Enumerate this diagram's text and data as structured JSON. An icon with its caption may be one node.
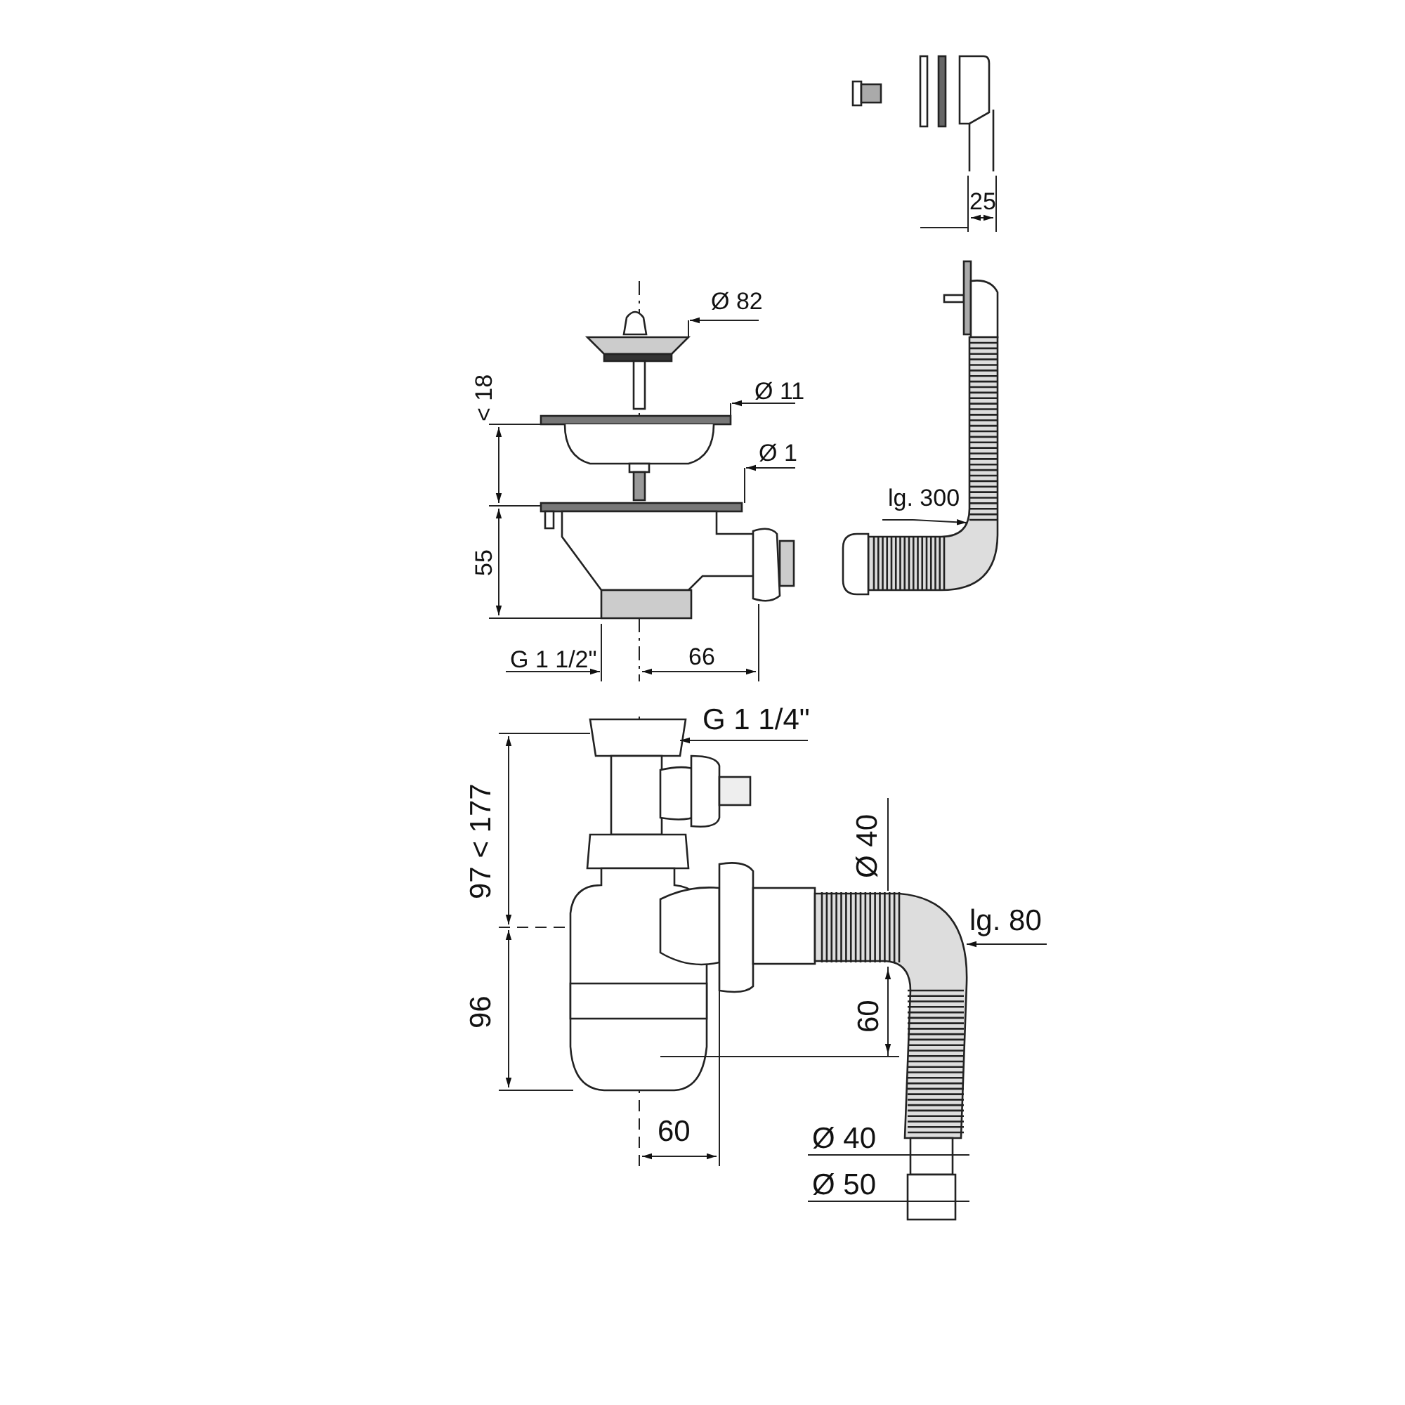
{
  "diagram": {
    "labels": [
      "25",
      "Ø 82",
      "Ø 11",
      "< 18",
      "Ø 1",
      "lg. 300",
      "55",
      "G 1 1/2\"",
      "66",
      "G 1 1/4\"",
      "97 < 177",
      "Ø 40",
      "lg. 80",
      "96",
      "60",
      "60",
      "Ø 40",
      "Ø 50"
    ]
  }
}
